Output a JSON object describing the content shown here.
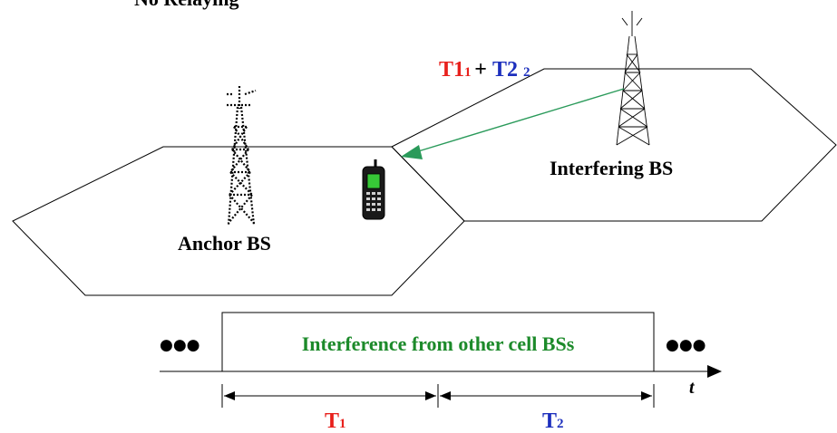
{
  "diagram": {
    "title": "No Relaying",
    "anchor_bs_label": "Anchor BS",
    "interfering_bs_label": "Interfering BS",
    "interference_sum": {
      "t1": "T1",
      "t2": "T2",
      "sub": "1",
      "sub2": "2",
      "plus": "+"
    },
    "timeline": {
      "box_text": "Interference from other cell BSs",
      "axis_label": "t",
      "t1_base": "T",
      "t1_sub": "1",
      "t2_base": "T",
      "t2_sub": "2",
      "dots_left": "●●●",
      "dots_right": "●●●"
    },
    "colors": {
      "t1": "#e8201c",
      "t2": "#1c2fbd",
      "box_text": "#1c8a2a",
      "arrow": "#2a9a5a"
    }
  }
}
